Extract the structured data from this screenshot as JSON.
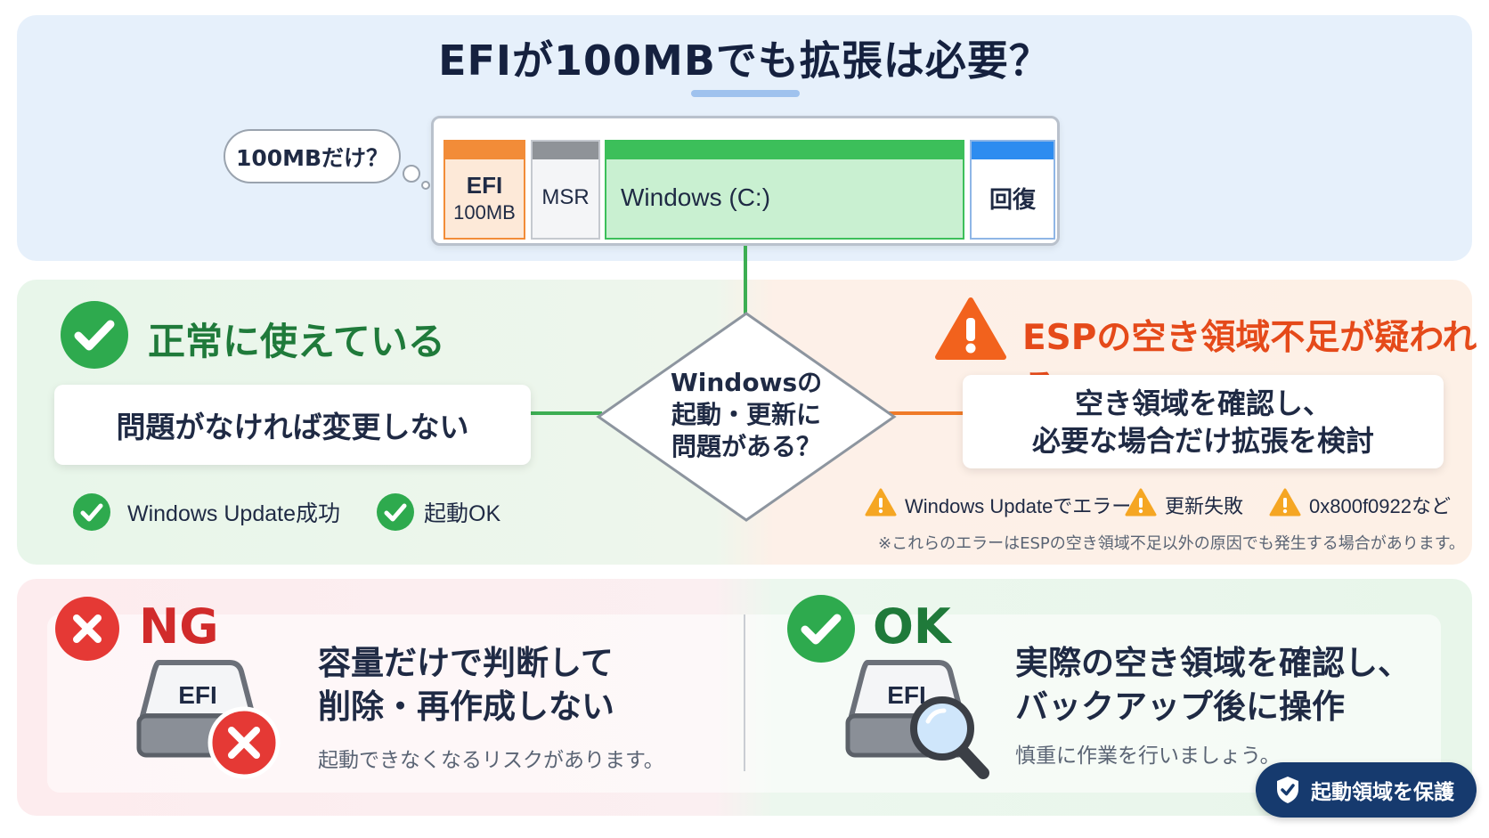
{
  "header": {
    "title": "EFIが100MBでも拡張は必要？",
    "thought_bubble": "100MBだけ？"
  },
  "disk": {
    "partitions": [
      {
        "name": "EFI",
        "size": "100MB",
        "color": "#f28c38"
      },
      {
        "name": "MSR",
        "color": "#8f9398"
      },
      {
        "name": "Windows (C:)",
        "color": "#3cbf5a"
      },
      {
        "name": "回復",
        "color": "#2d8cf0"
      }
    ]
  },
  "decision": {
    "lines": [
      "Windowsの",
      "起動・更新に",
      "問題がある？"
    ]
  },
  "left_branch": {
    "heading": "正常に使えている",
    "action": "問題がなければ変更しない",
    "signs": [
      "Windows Update成功",
      "起動OK"
    ],
    "color": "#2eaa4e"
  },
  "right_branch": {
    "heading": "ESPの空き領域不足が疑われる",
    "action_lines": [
      "空き領域を確認し、",
      "必要な場合だけ拡張を検討"
    ],
    "signs": [
      "Windows Updateでエラー",
      "更新失敗",
      "0x800f0922など"
    ],
    "note": "※これらのエラーはESPの空き領域不足以外の原因でも発生する場合があります。",
    "color": "#f07a28"
  },
  "ng_section": {
    "label": "NG",
    "icon": "x-circle-icon",
    "drive_label": "EFI",
    "main_lines": [
      "容量だけで判断して",
      "削除・再作成しない"
    ],
    "sub": "起動できなくなるリスクがあります。",
    "color": "#e53935"
  },
  "ok_section": {
    "label": "OK",
    "icon": "check-circle-icon",
    "drive_label": "EFI",
    "main_lines": [
      "実際の空き領域を確認し、",
      "バックアップ後に操作"
    ],
    "sub": "慎重に作業を行いましょう。",
    "color": "#2eaa4e"
  },
  "badge": {
    "label": "起動領域を保護",
    "icon": "shield-check-icon"
  }
}
